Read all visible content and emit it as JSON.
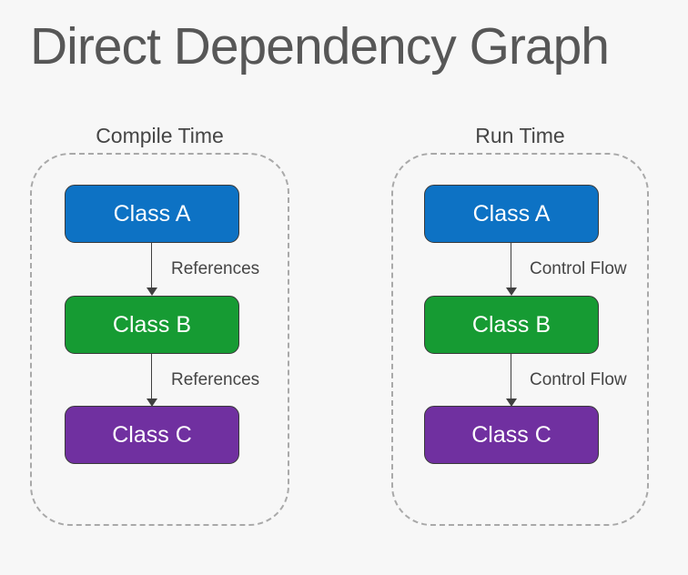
{
  "title": "Direct Dependency Graph",
  "colors": {
    "background": "#F7F7F7",
    "title_text": "#575757",
    "label_text": "#454545",
    "panel_dashed_border": "#A9A9A9",
    "node_border": "#3A3A3A",
    "node_text": "#FFFFFF",
    "arrow": "#404040",
    "class_a_blue": "#0D72C4",
    "class_b_green": "#169B33",
    "class_c_purple": "#7030A0"
  },
  "panels": [
    {
      "label": "Compile Time",
      "nodes": [
        {
          "label": "Class A",
          "color": "#0D72C4"
        },
        {
          "label": "Class B",
          "color": "#169B33"
        },
        {
          "label": "Class C",
          "color": "#7030A0"
        }
      ],
      "edges": [
        {
          "label": "References"
        },
        {
          "label": "References"
        }
      ]
    },
    {
      "label": "Run Time",
      "nodes": [
        {
          "label": "Class A",
          "color": "#0D72C4"
        },
        {
          "label": "Class B",
          "color": "#169B33"
        },
        {
          "label": "Class C",
          "color": "#7030A0"
        }
      ],
      "edges": [
        {
          "label": "Control Flow"
        },
        {
          "label": "Control Flow"
        }
      ]
    }
  ]
}
